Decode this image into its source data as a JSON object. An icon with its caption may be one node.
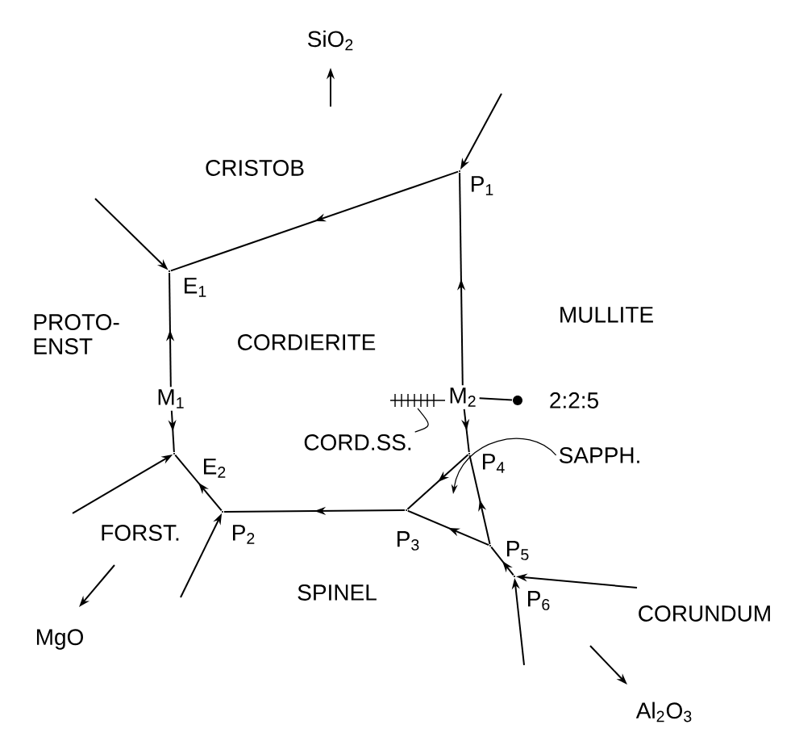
{
  "diagram": {
    "nodes": [
      {
        "text": [],
        "shape": "point",
        "beside": [
          "P$_{1}$"
        ]
      },
      {
        "text": [],
        "shape": "point",
        "beside": [
          "E$_{1}$"
        ]
      },
      {
        "text": [
          "M$_{1}$"
        ]
      },
      {
        "text": [],
        "shape": "point",
        "beside": [
          "E$_{2}$"
        ]
      },
      {
        "text": [],
        "shape": "point",
        "beside": [
          "P$_{2}$"
        ]
      },
      {
        "text": [],
        "shape": "point",
        "beside": [
          "P$_{3}$"
        ]
      },
      {
        "text": [
          "M$_{2}$"
        ]
      },
      {
        "text": [],
        "shape": "point",
        "beside": [
          "P$_{4}$"
        ]
      },
      {
        "text": [],
        "shape": "point",
        "beside": [
          "P$_{5}$"
        ]
      },
      {
        "text": [],
        "shape": "point",
        "beside": [
          "P$_{6}$"
        ]
      },
      {
        "text": [],
        "shape": "circle",
        "beside": [
          "2:2:5"
        ]
      },
      {
        "text": [],
        "shape": "bar"
      },
      {
        "text": [
          "CORD.SS."
        ]
      },
      {
        "text": [
          "SAPPH."
        ]
      }
    ],
    "edges": [
      {
        "from": null,
        "to": 0,
        "arrow": "to"
      },
      {
        "from": 0,
        "to": 1,
        "arrow": "to"
      },
      {
        "from": null,
        "to": 1,
        "arrow": "to"
      },
      {
        "from": 2,
        "to": 1,
        "arrow": "to"
      },
      {
        "from": 6,
        "to": 0,
        "arrow": "to"
      },
      {
        "from": 2,
        "to": 3,
        "arrow": "to"
      },
      {
        "from": null,
        "to": 3,
        "arrow": "to"
      },
      {
        "from": 4,
        "to": 3,
        "arrow": "to"
      },
      {
        "from": null,
        "to": 4,
        "arrow": "to"
      },
      {
        "from": 5,
        "to": 4,
        "arrow": "to"
      },
      {
        "from": 7,
        "to": 5,
        "arrow": "to"
      },
      {
        "from": 8,
        "to": 5,
        "arrow": "to"
      },
      {
        "from": 6,
        "to": 7,
        "arrow": "to"
      },
      {
        "from": 8,
        "to": 7,
        "arrow": "to"
      },
      {
        "from": 9,
        "to": 8,
        "arrow": "to"
      },
      {
        "from": null,
        "to": 9,
        "arrow": "to"
      },
      {
        "from": null,
        "to": 9,
        "arrow": "to"
      },
      {
        "from": 6,
        "to": 10,
        "arrow": "none"
      },
      {
        "from": 12,
        "to": 11,
        "arrow": "none"
      },
      {
        "from": 13,
        "to": null,
        "arrow": "to"
      }
    ],
    "labels": [
      "SiO$_{2}$",
      "CRISTOB",
      "PROTO- ENST",
      "CORDIERITE",
      "MULLITE",
      "FORST.",
      "SPINEL",
      "CORUNDUM",
      "MgO",
      "Al$_{2}$O$_{3}$"
    ]
  }
}
